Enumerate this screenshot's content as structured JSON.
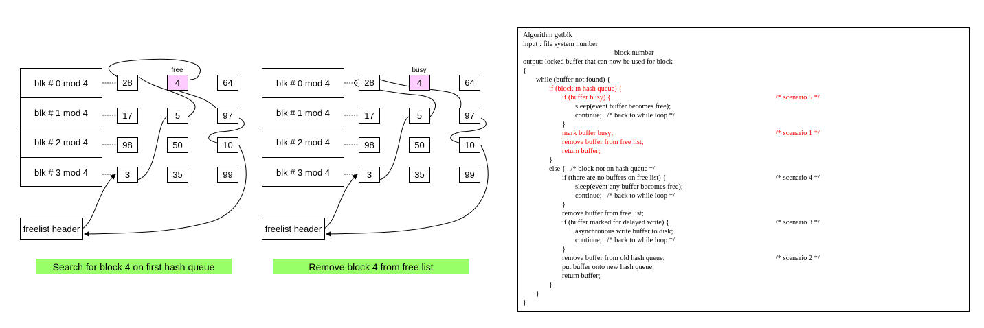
{
  "diagrams": [
    {
      "id": "search",
      "hash_rows": [
        "blk # 0 mod 4",
        "blk # 1 mod 4",
        "blk # 2 mod 4",
        "blk # 3 mod 4"
      ],
      "buffers": [
        [
          "28",
          "4",
          "64"
        ],
        [
          "17",
          "5",
          "97"
        ],
        [
          "98",
          "50",
          "10"
        ],
        [
          "3",
          "35",
          "99"
        ]
      ],
      "highlight_tag": "free",
      "freelist_label": "freelist header",
      "caption": "Search for block 4 on first hash queue"
    },
    {
      "id": "remove",
      "hash_rows": [
        "blk # 0 mod 4",
        "blk # 1 mod 4",
        "blk # 2 mod 4",
        "blk # 3 mod 4"
      ],
      "buffers": [
        [
          "28",
          "4",
          "64"
        ],
        [
          "17",
          "5",
          "97"
        ],
        [
          "98",
          "50",
          "10"
        ],
        [
          "3",
          "35",
          "99"
        ]
      ],
      "highlight_tag": "busy",
      "freelist_label": "freelist header",
      "caption": "Remove block 4 from free list"
    }
  ],
  "colors": {
    "highlight_buffer": "#ffccff",
    "caption_background": "#99ff66",
    "code_highlight": "#ff0000"
  },
  "algorithm": {
    "lines": [
      {
        "indent": 0,
        "text": "Algorithm getblk",
        "comment": "",
        "red": false
      },
      {
        "indent": 0,
        "text": "input : file system number",
        "comment": "",
        "red": false
      },
      {
        "indent": 7,
        "text": "block number",
        "comment": "",
        "red": false
      },
      {
        "indent": 0,
        "text": "output: locked buffer that can now be used for block",
        "comment": "",
        "red": false
      },
      {
        "indent": 0,
        "text": "{",
        "comment": "",
        "red": false
      },
      {
        "indent": 1,
        "text": "while (buffer not found) {",
        "comment": "",
        "red": false
      },
      {
        "indent": 2,
        "text": "if (block in hash queue) {",
        "comment": "",
        "red": true
      },
      {
        "indent": 3,
        "text": "if (buffer busy) {",
        "comment": "/* scenario 5 */",
        "red": true
      },
      {
        "indent": 4,
        "text": "sleep(event buffer becomes free);",
        "comment": "",
        "red": false
      },
      {
        "indent": 4,
        "text": "continue;   /* back to while loop */",
        "comment": "",
        "red": false
      },
      {
        "indent": 3,
        "text": "}",
        "comment": "",
        "red": false
      },
      {
        "indent": 3,
        "text": "mark buffer busy;",
        "comment": "/* scenario 1 */",
        "red": true
      },
      {
        "indent": 3,
        "text": "remove buffer from free list;",
        "comment": "",
        "red": true
      },
      {
        "indent": 3,
        "text": "return buffer;",
        "comment": "",
        "red": true
      },
      {
        "indent": 2,
        "text": "}",
        "comment": "",
        "red": false
      },
      {
        "indent": 2,
        "text": "else {   /* block not on hash queue */",
        "comment": "",
        "red": false
      },
      {
        "indent": 3,
        "text": "if (there are no buffers on free list) {",
        "comment": "/* scenario 4 */",
        "red": false
      },
      {
        "indent": 4,
        "text": "sleep(event any buffer becomes free);",
        "comment": "",
        "red": false
      },
      {
        "indent": 4,
        "text": "continue;   /* back to while loop */",
        "comment": "",
        "red": false
      },
      {
        "indent": 3,
        "text": "}",
        "comment": "",
        "red": false
      },
      {
        "indent": 3,
        "text": "remove buffer from free list;",
        "comment": "",
        "red": false
      },
      {
        "indent": 3,
        "text": "if (buffer marked for delayed write) {",
        "comment": "/* scenario 3 */",
        "red": false
      },
      {
        "indent": 4,
        "text": "asynchronous write buffer to disk;",
        "comment": "",
        "red": false
      },
      {
        "indent": 4,
        "text": "continue;   /* back to while loop */",
        "comment": "",
        "red": false
      },
      {
        "indent": 3,
        "text": "}",
        "comment": "",
        "red": false
      },
      {
        "indent": 3,
        "text": "remove buffer from old hash queue;",
        "comment": "/* scenario 2 */",
        "red": false
      },
      {
        "indent": 3,
        "text": "put buffer onto new hash queue;",
        "comment": "",
        "red": false
      },
      {
        "indent": 3,
        "text": "return buffer;",
        "comment": "",
        "red": false
      },
      {
        "indent": 2,
        "text": "}",
        "comment": "",
        "red": false
      },
      {
        "indent": 1,
        "text": "}",
        "comment": "",
        "red": false
      },
      {
        "indent": 0,
        "text": "}",
        "comment": "",
        "red": false
      }
    ]
  }
}
